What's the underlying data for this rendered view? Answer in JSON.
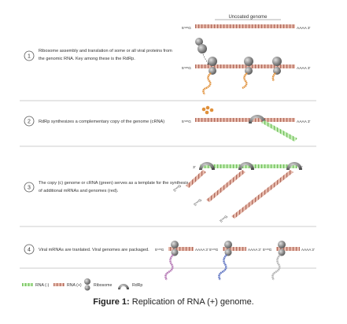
{
  "diagram": {
    "top_label": "Uncoated genome",
    "steps": [
      {
        "number": "1",
        "text_lines": [
          "Ribosome assembly and translation of some or all viral proteins from",
          "the genomic RNA. Key among these is the RdRp."
        ]
      },
      {
        "number": "2",
        "text_lines": [
          "RdRp synthesizes a complementary copy of the genome (cRNA)"
        ]
      },
      {
        "number": "3",
        "text_lines": [
          "The copy (c) genome or cRNA (green) serves as a template for the synthesis",
          "of additional mRNAs and genomes (red)."
        ]
      },
      {
        "number": "4",
        "text_lines": [
          "Viral mRNAs are tranlated. Viral genomes are packaged."
        ]
      }
    ],
    "end_labels": {
      "cap5": "5'ⁿᵐG",
      "poly_a": "AAAA 3'",
      "three_prime": "3'",
      "five_prime": "5'"
    },
    "legend": {
      "rna_minus": "RNA (-)",
      "rna_plus": "RNA (+)",
      "ribosome": "Ribosome",
      "rdrp": "RdRp"
    },
    "colors": {
      "rna_plus": "#c98a78",
      "rna_minus": "#8fd07a",
      "ribosome": "#8a8a8a",
      "protein_orange": "#e0903a",
      "protein_purple": "#b070b0",
      "protein_blue": "#5a70c0",
      "protein_gray": "#b0b0b0",
      "divider": "#bbbbbb"
    }
  },
  "caption": {
    "prefix": "Figure 1:",
    "text": " Replication of RNA (+) genome."
  }
}
